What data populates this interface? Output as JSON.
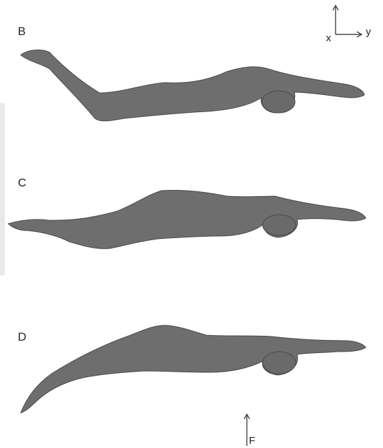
{
  "panels": [
    {
      "id": "B",
      "label": "B"
    },
    {
      "id": "C",
      "label": "C"
    },
    {
      "id": "D",
      "label": "D"
    }
  ],
  "axes": {
    "x_label": "x",
    "y_label": "y",
    "force_label": "F"
  },
  "colors": {
    "body_fill": "#6e6e6e",
    "body_stroke": "#4a4a4a",
    "background": "#ffffff",
    "text": "#222222"
  }
}
